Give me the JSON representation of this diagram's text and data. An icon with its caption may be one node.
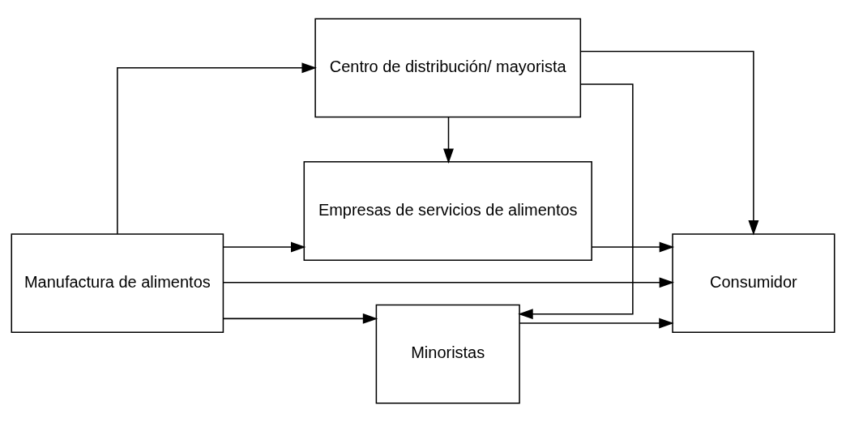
{
  "diagram": {
    "nodes": [
      {
        "text": [
          "Manufactura de alimentos"
        ]
      },
      {
        "text": [
          "Minoristas"
        ]
      },
      {
        "text": [
          "Centro de distribución/ mayorista"
        ]
      },
      {
        "text": [
          "Empresas de servicios de alimentos"
        ]
      },
      {
        "text": [
          "Consumidor"
        ]
      }
    ],
    "edges": [
      {
        "from": 0,
        "to": 4,
        "arrow": "to"
      },
      {
        "from": 0,
        "to": 1,
        "arrow": "to"
      },
      {
        "from": 0,
        "to": 2,
        "arrow": "to"
      },
      {
        "from": 0,
        "to": 3,
        "arrow": "to"
      },
      {
        "from": 2,
        "to": 1,
        "arrow": "to"
      },
      {
        "from": 2,
        "to": 4,
        "arrow": "to"
      },
      {
        "from": 2,
        "to": 3,
        "arrow": "to"
      },
      {
        "from": 1,
        "to": 4,
        "arrow": "to"
      },
      {
        "from": 3,
        "to": 4,
        "arrow": "to"
      }
    ]
  }
}
